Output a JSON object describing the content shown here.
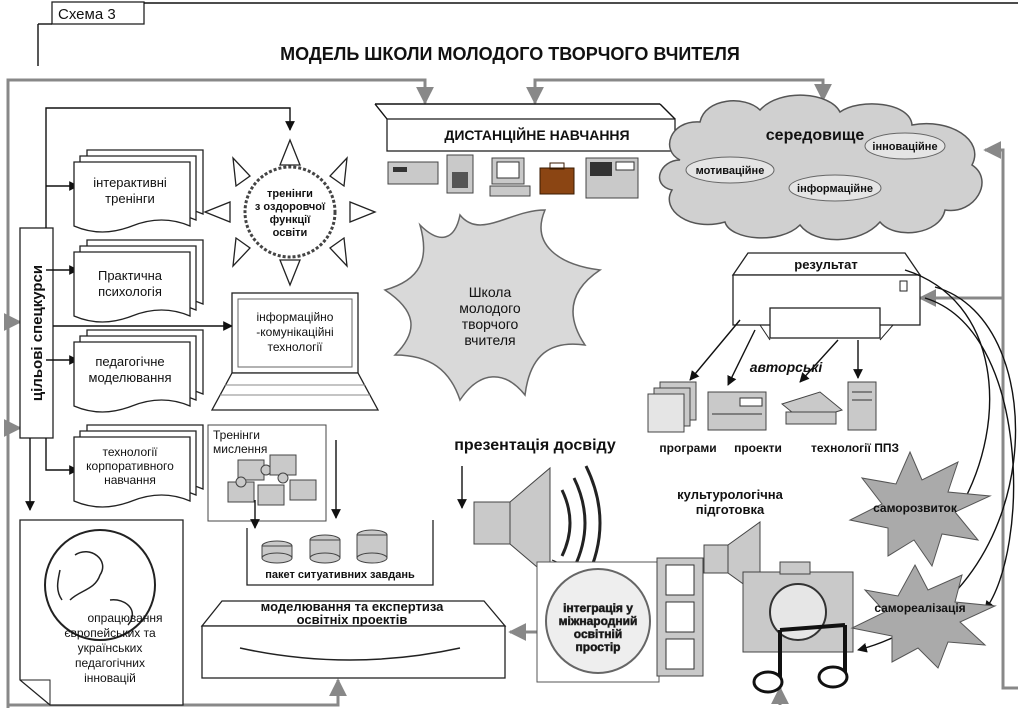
{
  "scheme_label": "Схема 3",
  "title": "МОДЕЛЬ ШКОЛИ МОЛОДОГО  ТВОРЧОГО ВЧИТЕЛЯ",
  "center": [
    "Школа",
    "молодого",
    "творчого",
    "вчителя"
  ],
  "distance": "ДИСТАНЦІЙНЕ НАВЧАННЯ",
  "environment": {
    "title": "середовище",
    "items": [
      "мотиваційне",
      "інноваційне",
      "інформаційне"
    ]
  },
  "sun": [
    "тренінги",
    "з оздоровчої",
    "функції",
    "освіти"
  ],
  "specials": "цільові спецкурси",
  "docs": [
    [
      "інтерактивні",
      "тренінги"
    ],
    [
      "Практична",
      "психологія"
    ],
    [
      "педагогічне",
      "моделювання"
    ],
    [
      "технології",
      "корпоративного",
      "навчання"
    ]
  ],
  "laptop": [
    "інформаційно",
    "-комунікаційні",
    "технології"
  ],
  "puzzle": [
    "Тренінги",
    "мислення"
  ],
  "tasks": "пакет ситуативних завдань",
  "globe_doc": [
    "опрацювання",
    "європейських та",
    "українських",
    "педагогічних",
    "інновацій"
  ],
  "modeling": [
    "моделювання та експертиза",
    "освітніх проектів"
  ],
  "integration": [
    "інтеграція у",
    "міжнародний",
    "освітній",
    "простір"
  ],
  "experience": "презентація досвіду",
  "culture": [
    "культурологічна",
    "підготовка"
  ],
  "result": "результат",
  "author": "авторські",
  "outputs": [
    "програми",
    "проекти",
    "технології ППЗ"
  ],
  "self_dev": "саморозвиток",
  "self_real": "самореалізація"
}
